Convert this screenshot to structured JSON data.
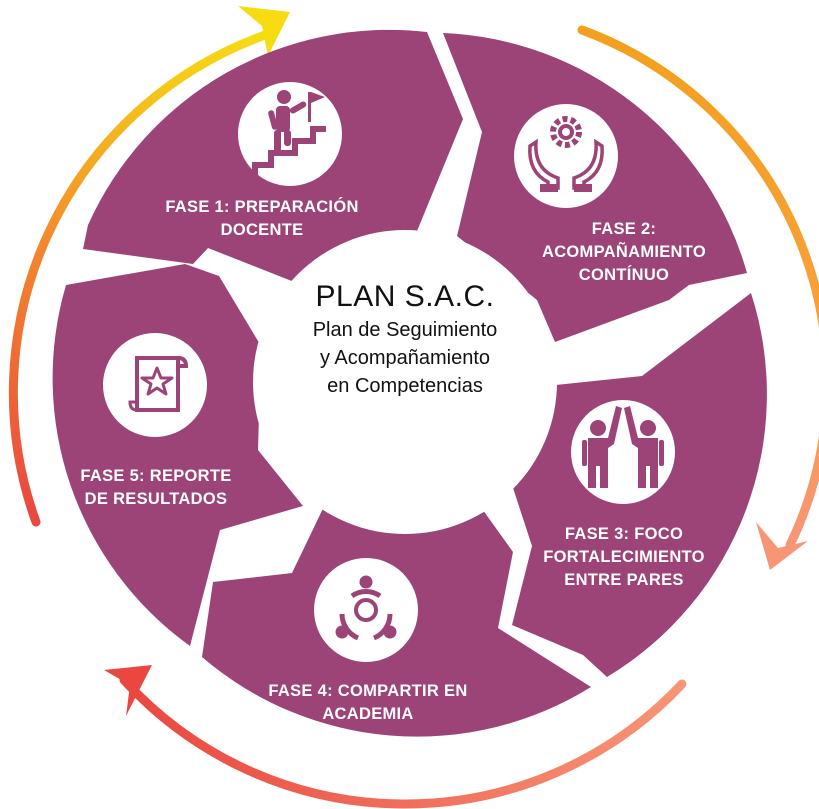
{
  "center": {
    "title": "PLAN S.A.C.",
    "subtitle_lines": [
      "Plan de Seguimiento",
      "y Acompañamiento",
      "en Competencias"
    ]
  },
  "phases": [
    {
      "lines": [
        "FASE 1: PREPARACIÓN",
        "DOCENTE"
      ],
      "icon": "stairs-flag-icon"
    },
    {
      "lines": [
        "FASE 2:",
        "ACOMPAÑAMIENTO",
        "CONTÍNUO"
      ],
      "icon": "hands-gear-icon"
    },
    {
      "lines": [
        "FASE 3: FOCO",
        "FORTALECIMIENTO",
        "ENTRE PARES"
      ],
      "icon": "high-five-icon"
    },
    {
      "lines": [
        "FASE 4: COMPARTIR EN",
        "ACADEMIA"
      ],
      "icon": "team-circle-icon"
    },
    {
      "lines": [
        "FASE 5: REPORTE",
        "DE RESULTADOS"
      ],
      "icon": "star-certificate-icon"
    }
  ],
  "colors": {
    "segment": "#9c4377",
    "ring_yellow": "#f7dc12",
    "ring_orange": "#f4a01d",
    "ring_salmon": "#f79577",
    "ring_red": "#e9473f",
    "center_text": "#111111"
  }
}
